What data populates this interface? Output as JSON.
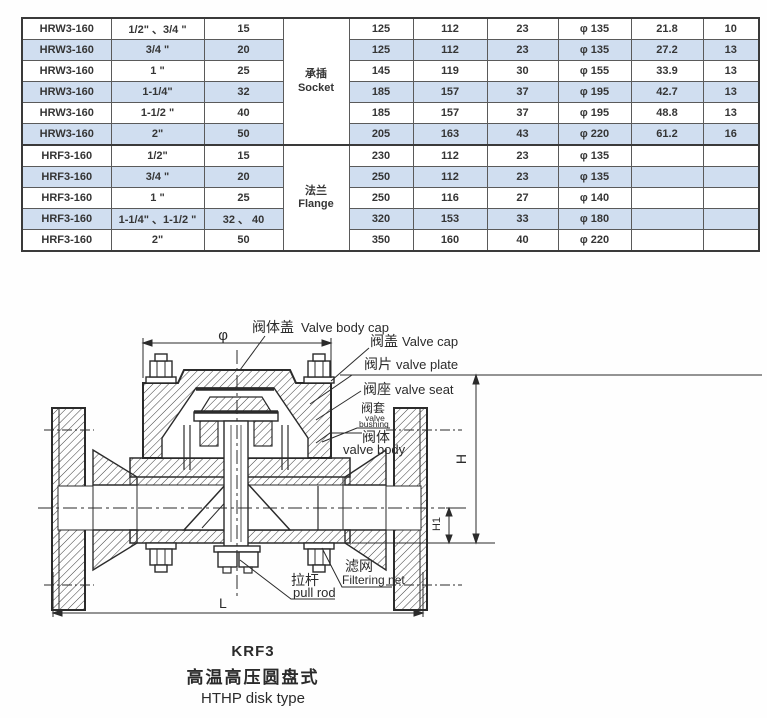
{
  "colors": {
    "row_shade": "#d0def0",
    "table_border": "#5a5a5a",
    "outer_border": "#3a3a3a",
    "ink": "#2b2b2b"
  },
  "table": {
    "sections": [
      {
        "zh": "承插",
        "en": "Socket"
      },
      {
        "zh": "法兰",
        "en": "Flange"
      }
    ],
    "rows": [
      {
        "model": "HRW3-160",
        "size": "1/2\" 、3/4 \"",
        "dn": "15",
        "v1": "125",
        "v2": "112",
        "v3": "23",
        "v4": "φ 135",
        "v5": "21.8",
        "v6": "10"
      },
      {
        "model": "HRW3-160",
        "size": "3/4 \"",
        "dn": "20",
        "v1": "125",
        "v2": "112",
        "v3": "23",
        "v4": "φ 135",
        "v5": "27.2",
        "v6": "13"
      },
      {
        "model": "HRW3-160",
        "size": "1 \"",
        "dn": "25",
        "v1": "145",
        "v2": "119",
        "v3": "30",
        "v4": "φ 155",
        "v5": "33.9",
        "v6": "13"
      },
      {
        "model": "HRW3-160",
        "size": "1-1/4\"",
        "dn": "32",
        "v1": "185",
        "v2": "157",
        "v3": "37",
        "v4": "φ 195",
        "v5": "42.7",
        "v6": "13"
      },
      {
        "model": "HRW3-160",
        "size": "1-1/2 \"",
        "dn": "40",
        "v1": "185",
        "v2": "157",
        "v3": "37",
        "v4": "φ 195",
        "v5": "48.8",
        "v6": "13"
      },
      {
        "model": "HRW3-160",
        "size": "2\"",
        "dn": "50",
        "v1": "205",
        "v2": "163",
        "v3": "43",
        "v4": "φ 220",
        "v5": "61.2",
        "v6": "16"
      },
      {
        "model": "HRF3-160",
        "size": "1/2\"",
        "dn": "15",
        "v1": "230",
        "v2": "112",
        "v3": "23",
        "v4": "φ 135",
        "v5": "",
        "v6": ""
      },
      {
        "model": "HRF3-160",
        "size": "3/4 \"",
        "dn": "20",
        "v1": "250",
        "v2": "112",
        "v3": "23",
        "v4": "φ 135",
        "v5": "",
        "v6": ""
      },
      {
        "model": "HRF3-160",
        "size": "1 \"",
        "dn": "25",
        "v1": "250",
        "v2": "116",
        "v3": "27",
        "v4": "φ 140",
        "v5": "",
        "v6": ""
      },
      {
        "model": "HRF3-160",
        "size": "1-1/4\" 、1-1/2 \"",
        "dn": "32 、 40",
        "v1": "320",
        "v2": "153",
        "v3": "33",
        "v4": "φ 180",
        "v5": "",
        "v6": ""
      },
      {
        "model": "HRF3-160",
        "size": "2\"",
        "dn": "50",
        "v1": "350",
        "v2": "160",
        "v3": "40",
        "v4": "φ 220",
        "v5": "",
        "v6": ""
      }
    ]
  },
  "diagram": {
    "dims": {
      "phi": "φ",
      "h": "H",
      "h1": "H1",
      "l": "L"
    },
    "labels": {
      "body_cap_zh": "阀体盖",
      "body_cap_en": "Valve body cap",
      "cap_zh": "阀盖",
      "cap_en": "Valve cap",
      "plate_zh": "阀片",
      "plate_en": "valve plate",
      "seat_zh": "阀座",
      "seat_en": "valve seat",
      "bushing_zh": "阀套",
      "bushing_en1": "valve",
      "bushing_en2": "bushing",
      "body_zh": "阀体",
      "body_en": "valve body",
      "filter_zh": "滤网",
      "filter_en": "Filtering net",
      "rod_zh": "拉杆",
      "rod_en": "pull rod"
    },
    "caption": {
      "model": "KRF3",
      "zh": "高温高压圆盘式",
      "en": "HTHP disk type"
    }
  }
}
